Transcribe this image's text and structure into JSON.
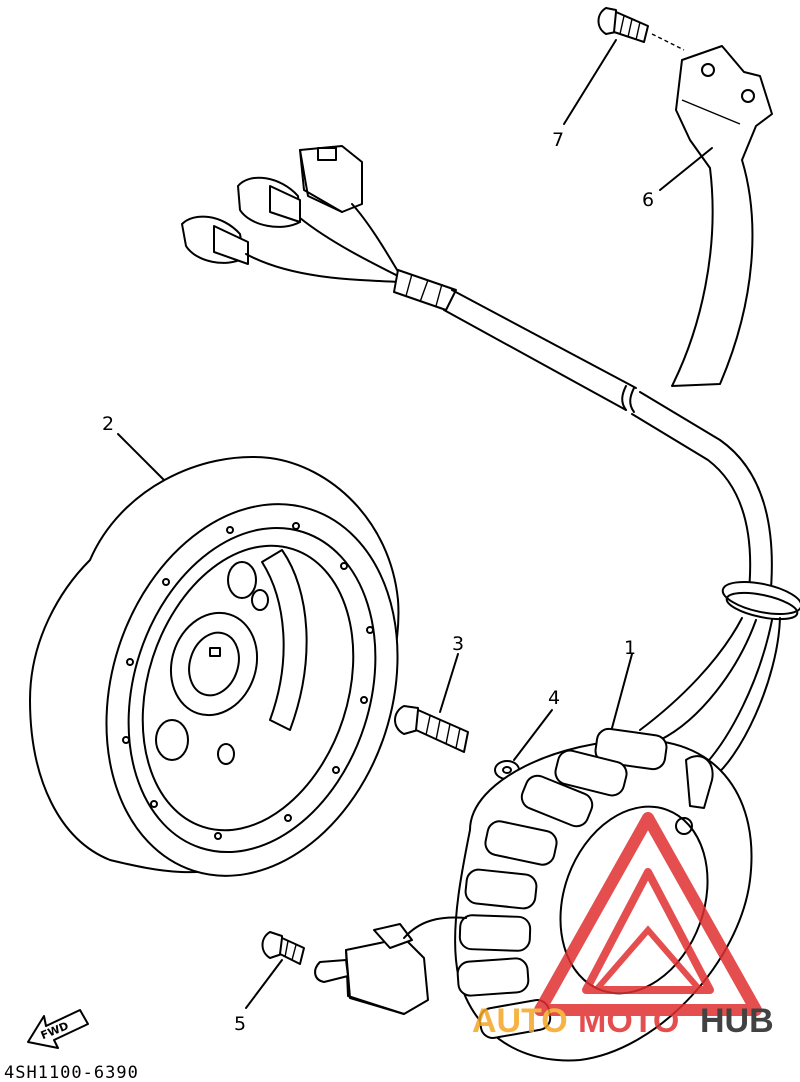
{
  "diagram": {
    "part_labels": [
      {
        "id": "1",
        "text": "1"
      },
      {
        "id": "2",
        "text": "2"
      },
      {
        "id": "3",
        "text": "3"
      },
      {
        "id": "4",
        "text": "4"
      },
      {
        "id": "5",
        "text": "5"
      },
      {
        "id": "6",
        "text": "6"
      },
      {
        "id": "7",
        "text": "7"
      }
    ],
    "fwd_label": "FWD",
    "drawing_code": "4SH1100-6390"
  },
  "watermark": {
    "word_a": "AUTO",
    "word_b": "MOTO",
    "word_c": "HUB",
    "color_orange": "#f5a623",
    "color_red": "#e03030",
    "color_dark": "#222222"
  }
}
